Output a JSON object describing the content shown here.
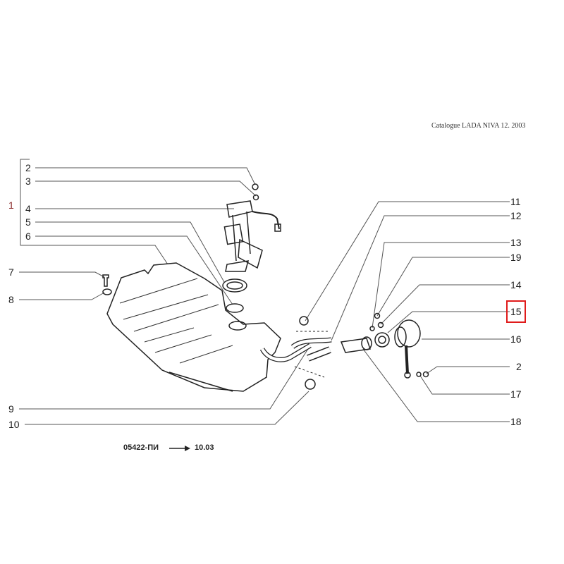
{
  "header": {
    "catalogue": "Catalogue  LADA  NIVA  12.  2003"
  },
  "callouts_left": {
    "c1": "1",
    "c2": "2",
    "c3": "3",
    "c4": "4",
    "c5": "5",
    "c6": "6",
    "c7": "7",
    "c8": "8",
    "c9": "9",
    "c10": "10"
  },
  "callouts_right": {
    "c11": "11",
    "c12": "12",
    "c13": "13",
    "c19": "19",
    "c14": "14",
    "c15": "15",
    "c16": "16",
    "c2": "2",
    "c17": "17",
    "c18": "18"
  },
  "highlighted_callout": "15",
  "highlight_color": "#e01b1b",
  "footer": {
    "code": "05422-ПИ",
    "date": "10.03"
  }
}
